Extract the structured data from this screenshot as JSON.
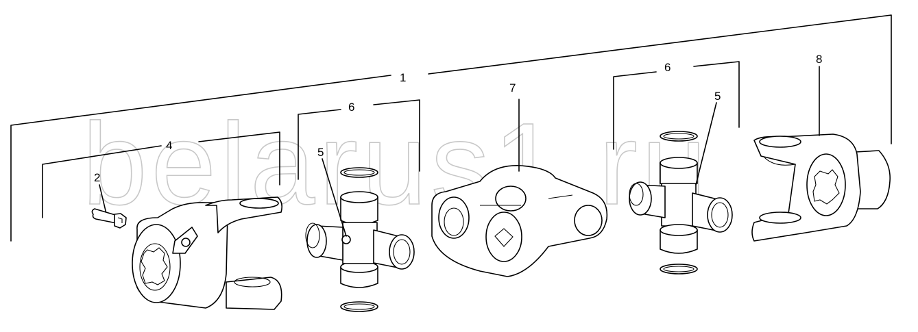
{
  "watermark": "belarus1.ru",
  "callouts": {
    "c1": "1",
    "c2": "2",
    "c4": "4",
    "c5a": "5",
    "c5b": "5",
    "c6a": "6",
    "c6b": "6",
    "c7": "7",
    "c8": "8"
  },
  "colors": {
    "line": "#000000",
    "watermark": "#c8c8c8",
    "background": "#ffffff"
  }
}
